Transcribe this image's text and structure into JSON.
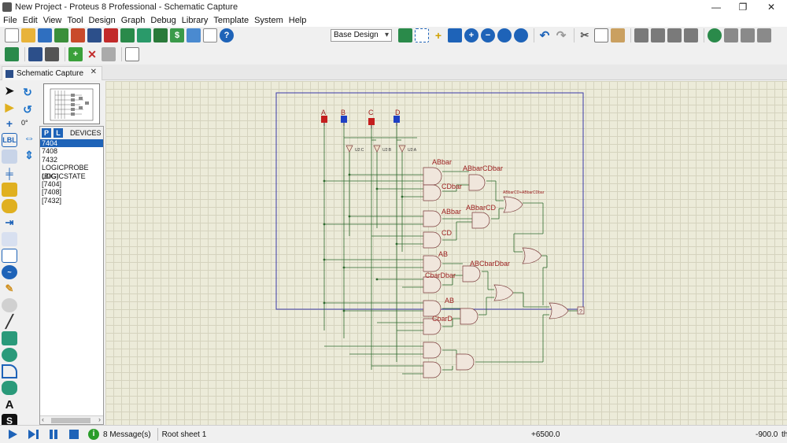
{
  "window": {
    "title": "New Project - Proteus 8 Professional - Schematic Capture"
  },
  "menu": [
    "File",
    "Edit",
    "View",
    "Tool",
    "Design",
    "Graph",
    "Debug",
    "Library",
    "Template",
    "System",
    "Help"
  ],
  "toolbar": {
    "design_select": "Base Design"
  },
  "tab": {
    "label": "Schematic Capture"
  },
  "rotation": {
    "angle": "0°"
  },
  "devices": {
    "p_label": "P",
    "l_label": "L",
    "header": "DEVICES",
    "items": [
      "7404",
      "7408",
      "7432",
      "LOGICPROBE (BIG)",
      "LOGICSTATE",
      "[7404]",
      "[7408]",
      "[7432]"
    ],
    "selected_index": 0
  },
  "schematic": {
    "inputs": [
      "A",
      "B",
      "C",
      "D"
    ],
    "input_colors": [
      "#c41e1e",
      "#1e3fc4",
      "#c41e1e",
      "#1e3fc4"
    ],
    "inverters": [
      "U2:C",
      "U2:B",
      "U2:A"
    ],
    "labels": [
      "ABbar",
      "CDbar",
      "ABbarCDbar",
      "ABbarCD",
      "ABbar",
      "ABbarCD+ABbarCDbar",
      "CD",
      "AB",
      "ABCbarDbar",
      "CbarDbar",
      "AB",
      "CbarD"
    ],
    "probe_value": "?"
  },
  "status": {
    "messages": "8 Message(s)",
    "sheet": "Root sheet 1",
    "x": "+6500.0",
    "y": "-900.0",
    "unit": "th"
  }
}
